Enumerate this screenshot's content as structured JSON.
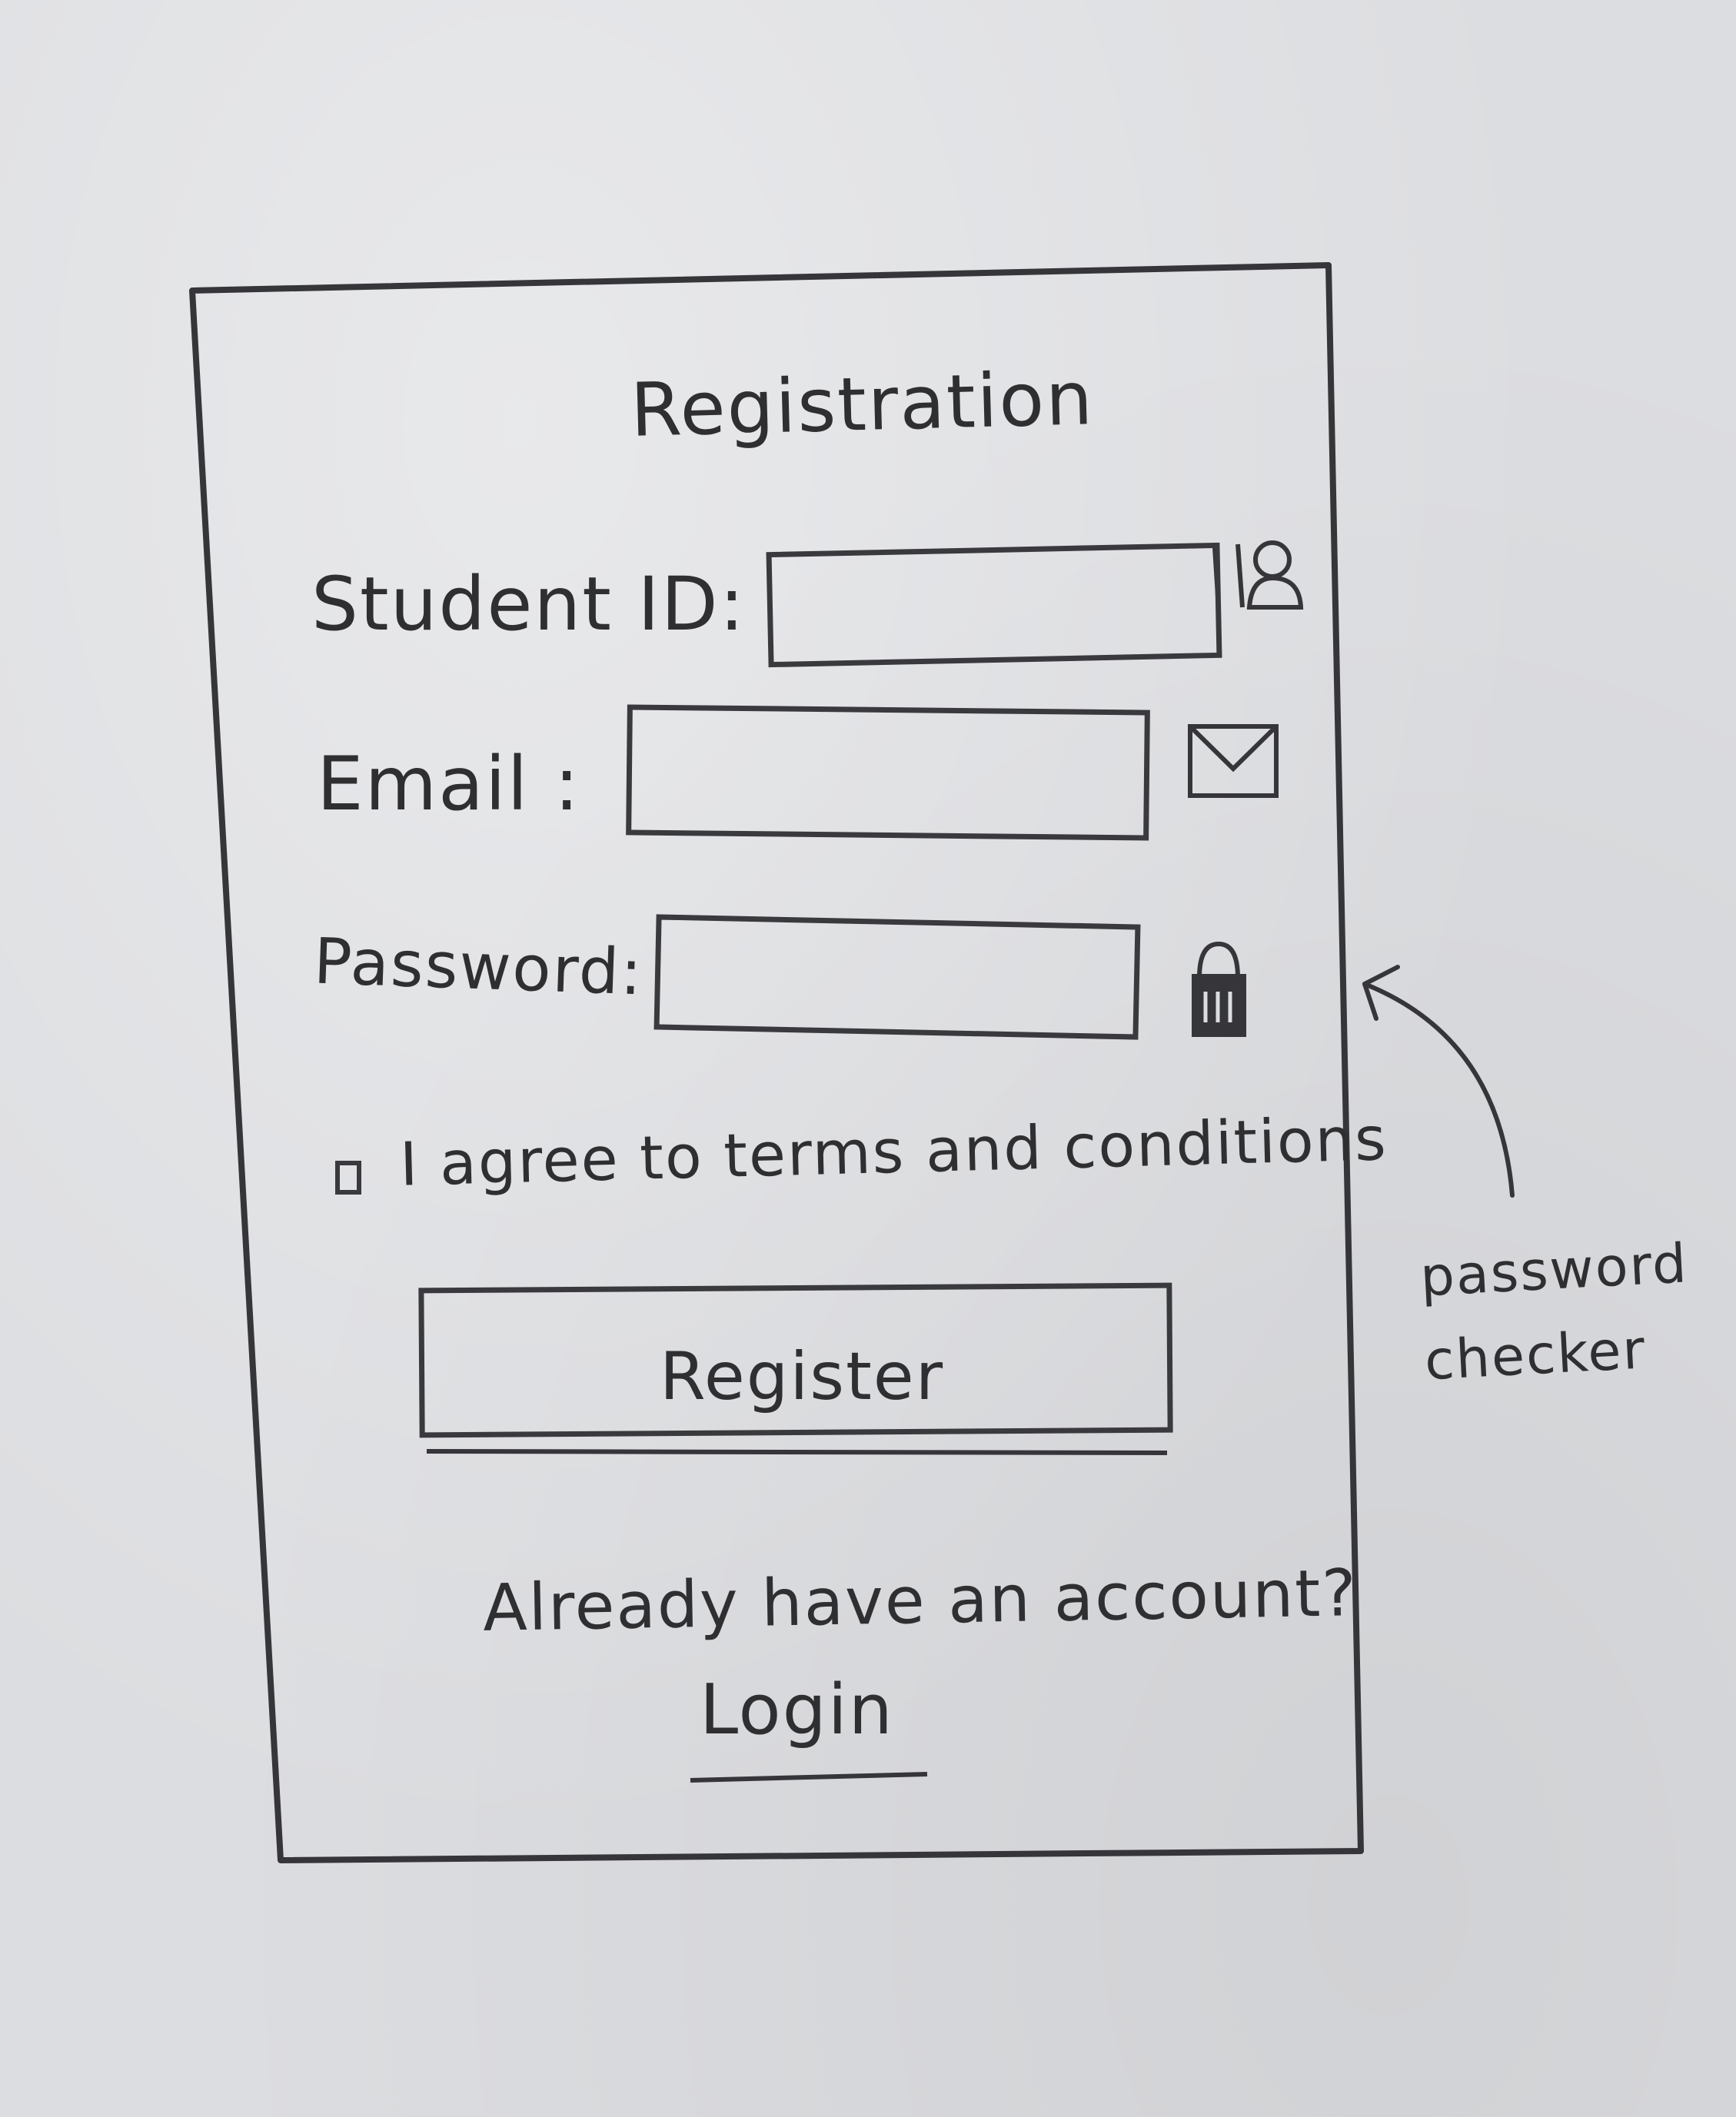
{
  "form": {
    "title": "Registration",
    "student_id_label": "Student ID:",
    "email_label": "Email :",
    "password_label": "Password:",
    "terms_label": "I agree to terms and conditions",
    "register_label": "Register",
    "already_text": "Already have an account?",
    "login_label": "Login"
  },
  "annotation": {
    "text": "password checker"
  },
  "icons": {
    "student_id": "user-icon",
    "email": "envelope-icon",
    "password": "lock-icon"
  }
}
